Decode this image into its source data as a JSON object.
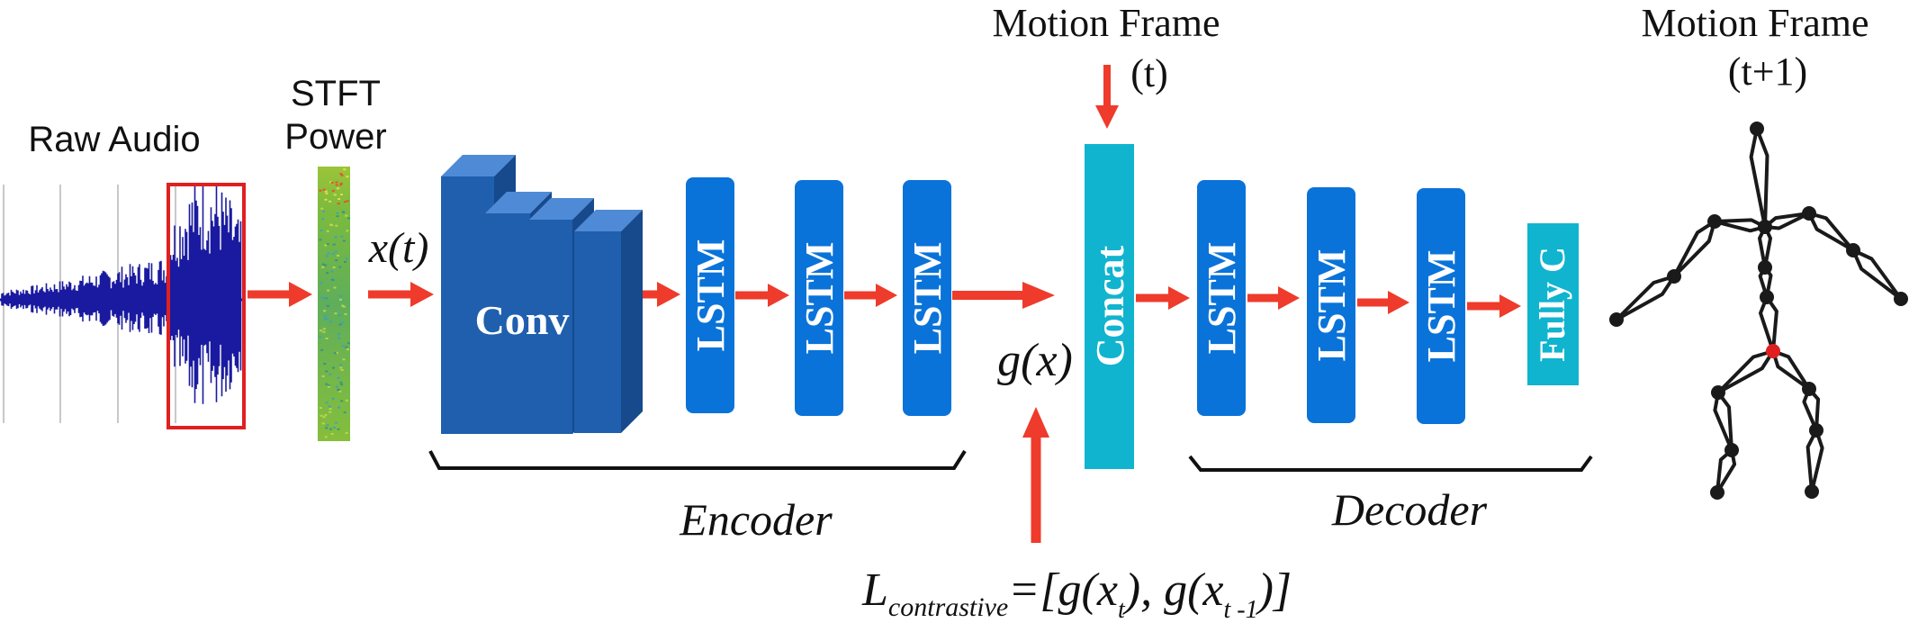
{
  "labels": {
    "raw_audio": "Raw Audio",
    "stft_line1": "STFT",
    "stft_line2": "Power",
    "input_var": "x(t)",
    "conv": "Conv",
    "encoder_lstm": [
      "LSTM",
      "LSTM",
      "LSTM"
    ],
    "embedding_var": "g(x)",
    "motion_frame_t_line1": "Motion Frame",
    "motion_frame_t_line2": "(t)",
    "concat": "Concat",
    "decoder_lstm": [
      "LSTM",
      "LSTM",
      "LSTM"
    ],
    "fully_connected": "Fully C",
    "motion_frame_t1_line1": "Motion Frame",
    "motion_frame_t1_line2": "(t+1)",
    "encoder": "Encoder",
    "decoder": "Decoder"
  },
  "loss": {
    "L": "L",
    "sub": "contrastive",
    "eq_open": "=[g(x",
    "sub_t": "t",
    "mid": "), g(x",
    "sub_t1": "t -1",
    "close": ")]"
  },
  "colors": {
    "arrow": "#ee3b2b",
    "lstm": "#0a73d9",
    "conv_front": "#1f5fae",
    "conv_top": "#4f8ad6",
    "conv_side": "#164a8c",
    "concat": "#10b4cf",
    "waveform": "#1a1aa0",
    "highlight_box": "#e02020",
    "skeleton": "#1a1a1a",
    "skeleton_joint_red": "#e02020"
  }
}
